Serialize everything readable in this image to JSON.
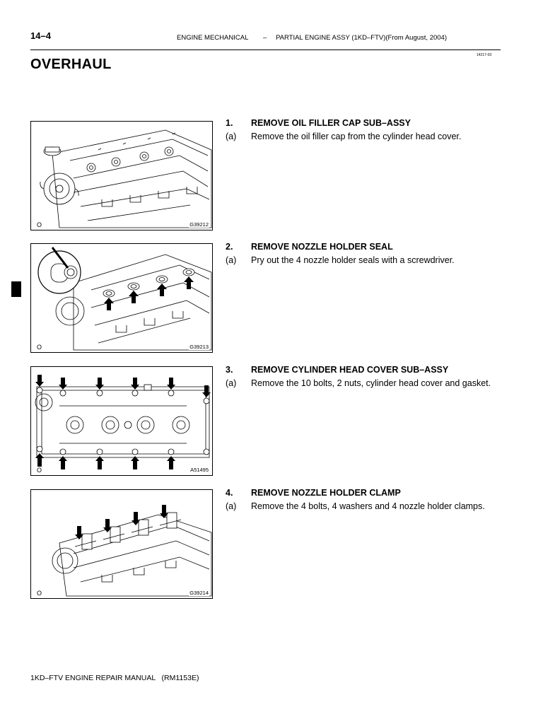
{
  "header": {
    "page_number": "14–4",
    "section": "ENGINE MECHANICAL",
    "separator": "–",
    "title": "PARTIAL ENGINE ASSY (1KD–FTV)(From August, 2004)",
    "code": "14217-03"
  },
  "page_title": "OVERHAUL",
  "steps": [
    {
      "number": "1.",
      "heading": "REMOVE OIL FILLER CAP SUB–ASSY",
      "sub_letter": "(a)",
      "sub_text": "Remove the oil filler cap from the cylinder head cover.",
      "figure_code": "G39212",
      "figure_mark": "O"
    },
    {
      "number": "2.",
      "heading": "REMOVE NOZZLE HOLDER SEAL",
      "sub_letter": "(a)",
      "sub_text": "Pry out the 4 nozzle holder seals with a screwdriver.",
      "figure_code": "G39213",
      "figure_mark": "O"
    },
    {
      "number": "3.",
      "heading": "REMOVE CYLINDER HEAD COVER SUB–ASSY",
      "sub_letter": "(a)",
      "sub_text": "Remove the 10 bolts, 2 nuts, cylinder head cover and gasket.",
      "figure_code": "A51495",
      "figure_mark": "O"
    },
    {
      "number": "4.",
      "heading": "REMOVE NOZZLE HOLDER CLAMP",
      "sub_letter": "(a)",
      "sub_text": "Remove the 4 bolts, 4 washers and 4 nozzle holder clamps.",
      "figure_code": "G39214",
      "figure_mark": "O"
    }
  ],
  "footer": "1KD–FTV ENGINE REPAIR MANUAL   (RM1153E)"
}
